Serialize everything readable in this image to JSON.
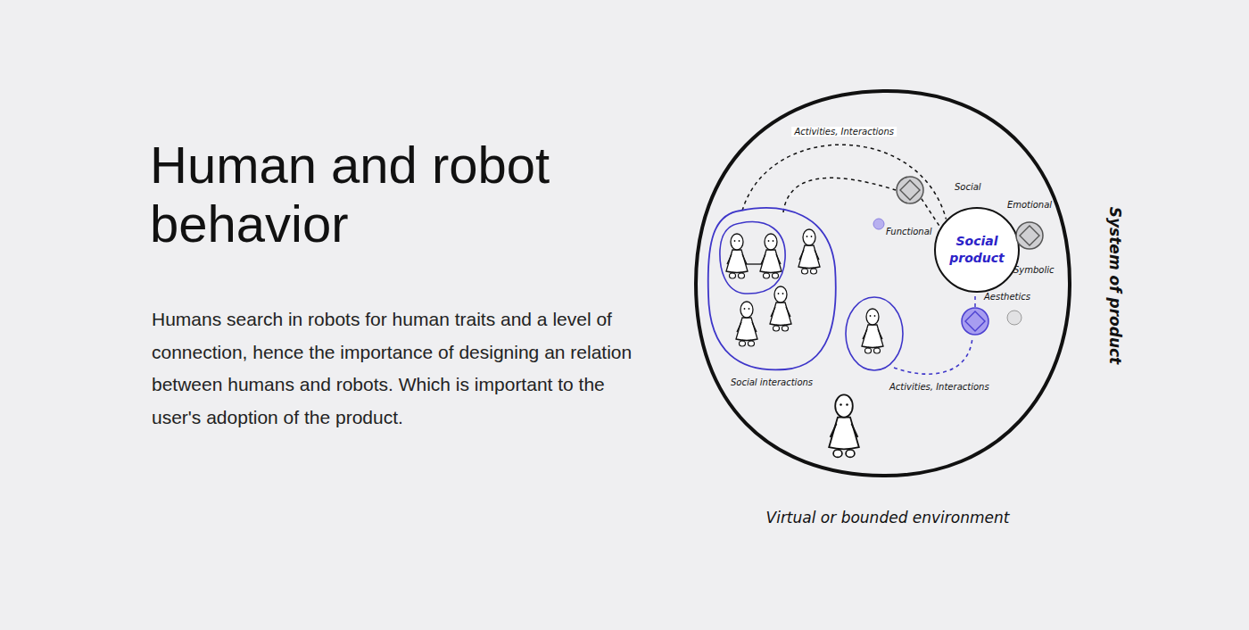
{
  "diagram": {
    "title": "Human and robot behavior",
    "caption": "Humans search in robots for human traits and a level of connection, hence the importance of designing an relation between humans and robots. Which is important to the user's adoption of the product.",
    "nodes": [
      {
        "text": [
          "System of product",
          "Virtual or bounded environment"
        ]
      },
      {
        "text": [
          "Social interactions"
        ],
        "in": 0
      },
      {
        "text": [
          "Social"
        ],
        "in": 0
      },
      {
        "text": [
          "Social product"
        ],
        "in": 0
      },
      {
        "text": [
          "Emotional"
        ],
        "in": 0
      },
      {
        "text": [
          "Aesthetics"
        ],
        "in": 0
      }
    ],
    "edges": [
      {
        "from": 1,
        "to": 3,
        "arrow": "none",
        "label": "Activities, Interactions"
      },
      {
        "from": 1,
        "to": 2,
        "arrow": "none"
      },
      {
        "from": 2,
        "to": 3,
        "arrow": "none"
      },
      {
        "from": 5,
        "to": 3,
        "arrow": "none"
      }
    ],
    "labels": [
      "Functional",
      "Symbolic",
      "Activities, Interactions"
    ]
  }
}
